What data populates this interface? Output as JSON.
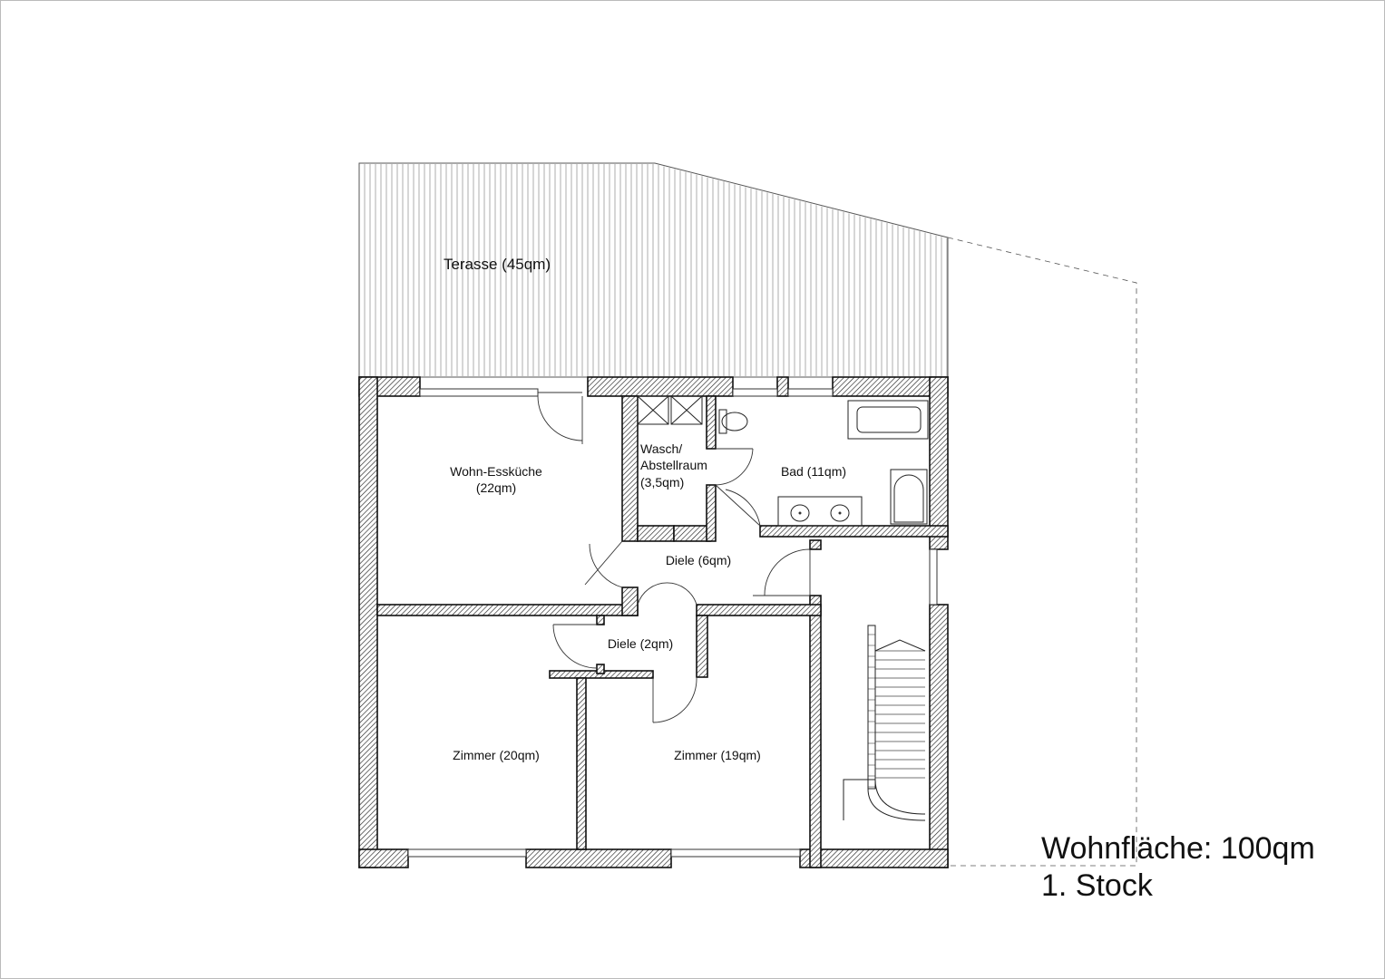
{
  "rooms": {
    "terrace": "Terasse (45qm)",
    "kitchen_line1": "Wohn-Essküche",
    "kitchen_line2": "(22qm)",
    "laundry_line1": "Wasch/",
    "laundry_line2": "Abstellraum",
    "laundry_line3": "(3,5qm)",
    "bath": "Bad (11qm)",
    "hall_main": "Diele (6qm)",
    "hall_small": "Diele (2qm)",
    "room_left": "Zimmer (20qm)",
    "room_right": "Zimmer (19qm)"
  },
  "summary": {
    "area": "Wohnfläche: 100qm",
    "floor": "1. Stock"
  },
  "colors": {
    "line": "#111111",
    "background": "#ffffff"
  }
}
